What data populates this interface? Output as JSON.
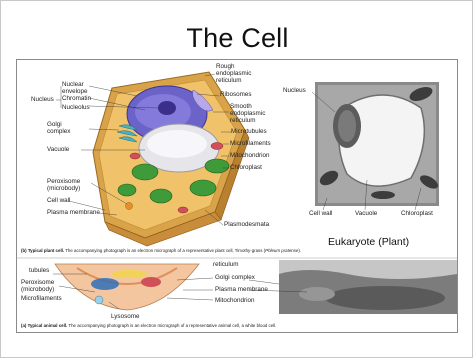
{
  "slide": {
    "title": "The Cell"
  },
  "plant_diagram": {
    "labels_left": {
      "nucleus": "Nucleus",
      "nuclear_envelope": "Nuclear\nenvelope",
      "chromatin": "Chromatin",
      "nucleolus": "Nucleolus",
      "golgi": "Golgi\ncomplex",
      "vacuole": "Vacuole",
      "peroxisome": "Peroxisome\n(microbody)",
      "cell_wall": "Cell wall",
      "plasma_membrane": "Plasma membrane"
    },
    "labels_right": {
      "rough_er": "Rough\nendoplasmic\nreticulum",
      "ribosomes": "Ribosomes",
      "smooth_er": "Smooth\nendoplasmic\nreticulum",
      "microtubules": "Microtubules",
      "microfilaments": "Microfilaments",
      "mitochondrion": "Mitochondrion",
      "chloroplast": "Chloroplast",
      "plasmodesmata": "Plasmodesmata"
    }
  },
  "micrograph_plant": {
    "nucleus": "Nucleus",
    "cell_wall": "Cell wall",
    "vacuole": "Vacuole",
    "chloroplast": "Chloroplast"
  },
  "eukaryote_label": "Eukaryote (Plant)",
  "caption_plant": {
    "bold": "(b) Typical plant cell.",
    "text": " The accompanying photograph is an electron micrograph of a representative plant cell, Timothy-grass (",
    "italic": "Phleum pratense",
    "end": ")."
  },
  "animal_diagram": {
    "labels_left": {
      "tubules": "tubules",
      "peroxisome": "Peroxisome\n(microbody)",
      "microfilaments": "Microfilaments",
      "lysosome": "Lysosome"
    },
    "labels_right": {
      "reticulum": "reticulum",
      "golgi": "Golgi complex",
      "plasma_membrane": "Plasma membrane",
      "mitochondrion": "Mitochondrion"
    }
  },
  "caption_animal": {
    "bold": "(a) Typical animal cell.",
    "text": " The accompanying photograph is an electron micrograph of a representative animal cell, a white blood cell."
  }
}
